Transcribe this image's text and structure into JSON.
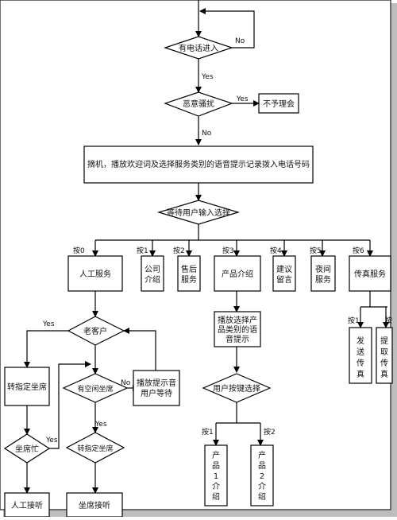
{
  "nodes": {
    "incoming_call": "有电话进入",
    "harassment": "恶意骚扰",
    "ignore": "不予理会",
    "pickup": "摘机，播放欢迎词及选择服务类别的语音提示记录拨入电话号码",
    "wait_input": "等待用户输入选择",
    "manual_service": "人工服务",
    "company_intro": [
      "公司",
      "介绍"
    ],
    "after_sales": [
      "售后",
      "服务"
    ],
    "product_intro": "产品介绍",
    "suggestion": [
      "建议",
      "留言"
    ],
    "night_service": [
      "夜间",
      "服务"
    ],
    "fax_service": "传真服务",
    "old_customer": "老客户",
    "transfer_agent_1": "转指定坐席",
    "idle_agent": "有空闲坐席",
    "play_wait": [
      "播放提示音",
      "用户等待"
    ],
    "agent_busy": "坐席忙",
    "transfer_agent_2": "转指定坐席",
    "manual_answer": "人工接听",
    "agent_answer": "坐席接听",
    "play_category": [
      "播放选择产",
      "品类别的语",
      "音提示"
    ],
    "user_key": "用户按键选择",
    "product1": [
      "产",
      "品",
      "1",
      "介",
      "绍"
    ],
    "product2": [
      "产",
      "品",
      "2",
      "介",
      "绍"
    ],
    "send_fax": [
      "发",
      "送",
      "传",
      "真"
    ],
    "fetch_fax": [
      "提",
      "取",
      "传",
      "真"
    ]
  },
  "edge_labels": {
    "no_top": "No",
    "yes_1": "Yes",
    "yes_2": "Yes",
    "no_2": "No",
    "key0": "按0",
    "key1": "按1",
    "key2": "按2",
    "key3": "按3",
    "key4": "按4",
    "key5": "按5",
    "key6": "按6",
    "yes_old": "Yes",
    "no_idle": "No",
    "yes_idle": "Yes",
    "yes_busy": "Yes",
    "p_key1": "按1",
    "p_key2": "按2",
    "f_key1": "按1",
    "f_key2": "按"
  }
}
